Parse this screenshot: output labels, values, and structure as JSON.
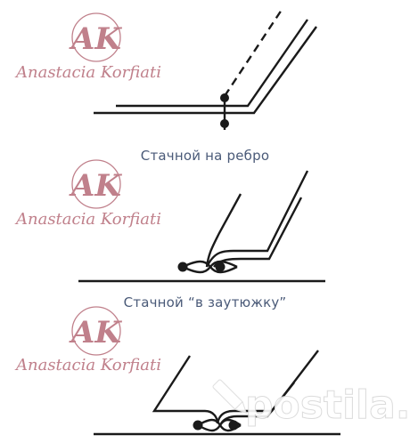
{
  "brand": {
    "monogram": "AK",
    "name": "Anastacia Korfiati",
    "color": "#c0808b"
  },
  "captions": {
    "seam1": "Стачной на ребро",
    "seam2": "Стачной “в заутюжку”"
  },
  "watermark": {
    "text": "postila.ru",
    "icon": "pencil-icon",
    "color": "#ffffff"
  },
  "colors": {
    "line": "#1a1a1a",
    "caption": "#4a5a78",
    "brand": "#c0808b"
  }
}
